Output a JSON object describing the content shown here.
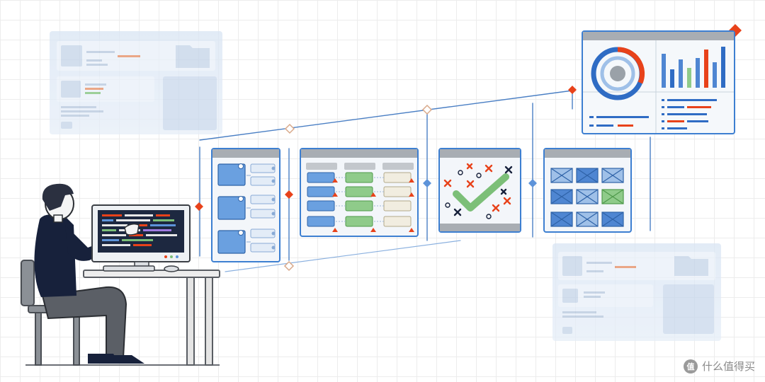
{
  "watermark": {
    "badge": "值",
    "text": "什么值得买"
  },
  "colors": {
    "panel_stroke": "#3d7fd1",
    "panel_header": "#a8adb3",
    "accent_orange": "#e8421a",
    "accent_green": "#7cbf78",
    "soft_blue": "#5d93d9",
    "ghost_fill": "#d6e3f3",
    "ink": "#17213b"
  },
  "icons": [
    "person-at-desk-illustration",
    "code-monitor-icon",
    "folder-list-icon",
    "flow-grid-icon",
    "checkmark-icon",
    "image-grid-icon",
    "dashboard-chart-icon",
    "diamond-marker-icon"
  ]
}
